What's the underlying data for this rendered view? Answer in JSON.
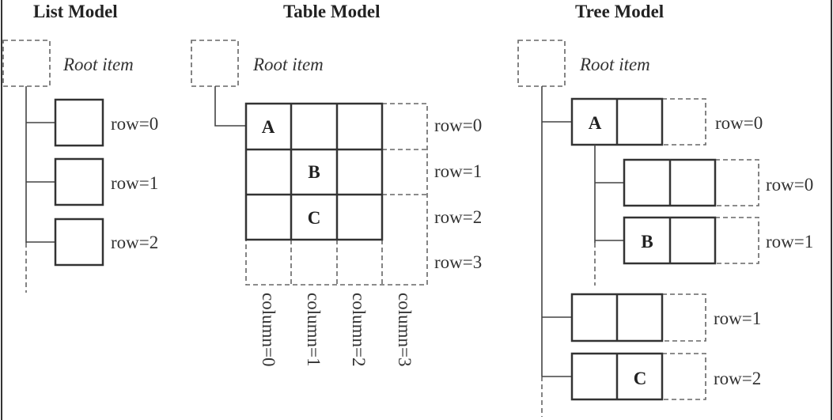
{
  "list_model": {
    "title": "List Model",
    "root_label": "Root item",
    "rows": [
      "row=0",
      "row=1",
      "row=2"
    ]
  },
  "table_model": {
    "title": "Table Model",
    "root_label": "Root item",
    "rows": [
      "row=0",
      "row=1",
      "row=2",
      "row=3"
    ],
    "columns": [
      "column=0",
      "column=1",
      "column=2",
      "column=3"
    ],
    "cells": [
      {
        "letter": "A",
        "row": 0,
        "column": 0
      },
      {
        "letter": "B",
        "row": 1,
        "column": 1
      },
      {
        "letter": "C",
        "row": 2,
        "column": 1
      }
    ]
  },
  "tree_model": {
    "title": "Tree Model",
    "root_label": "Root item",
    "items": [
      {
        "row_label": "row=0",
        "letter": "A",
        "letter_column": 0,
        "level": 0
      },
      {
        "row_label": "row=0",
        "letter": "",
        "letter_column": null,
        "level": 1
      },
      {
        "row_label": "row=1",
        "letter": "B",
        "letter_column": 0,
        "level": 1
      },
      {
        "row_label": "row=1",
        "letter": "",
        "letter_column": null,
        "level": 0
      },
      {
        "row_label": "row=2",
        "letter": "C",
        "letter_column": 1,
        "level": 0
      }
    ]
  }
}
